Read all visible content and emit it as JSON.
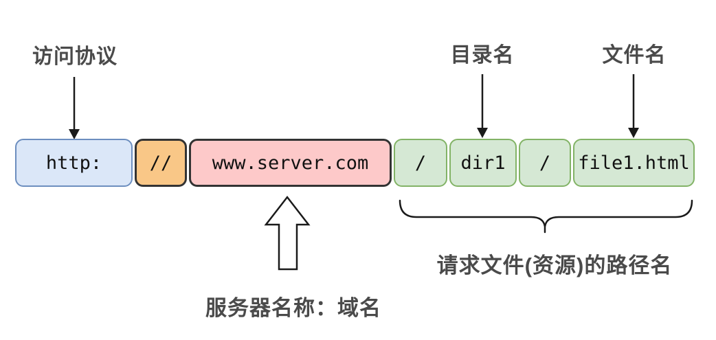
{
  "annotations": {
    "protocol_label": "访问协议",
    "directory_label": "目录名",
    "filename_label": "文件名",
    "server_label": "服务器名称：域名",
    "path_label": "请求文件(资源)的路径名"
  },
  "url_segments": [
    {
      "text": "http:",
      "fill": "#dbe7f8",
      "border": "#6c8ebf",
      "thin": true
    },
    {
      "text": "//",
      "fill": "#f9c787",
      "border": "#333333",
      "thin": false
    },
    {
      "text": "www.server.com",
      "fill": "#fdc9c9",
      "border": "#333333",
      "thin": false
    },
    {
      "text": "/",
      "fill": "#d5e8d4",
      "border": "#82b366",
      "thin": true
    },
    {
      "text": "dir1",
      "fill": "#d5e8d4",
      "border": "#82b366",
      "thin": true
    },
    {
      "text": "/",
      "fill": "#d5e8d4",
      "border": "#82b366",
      "thin": true
    },
    {
      "text": "file1.html",
      "fill": "#d5e8d4",
      "border": "#82b366",
      "thin": true
    }
  ],
  "colors": {
    "annotation_text": "#4a4a4a",
    "arrow_stroke": "#1a1a1a",
    "background": "#ffffff"
  }
}
